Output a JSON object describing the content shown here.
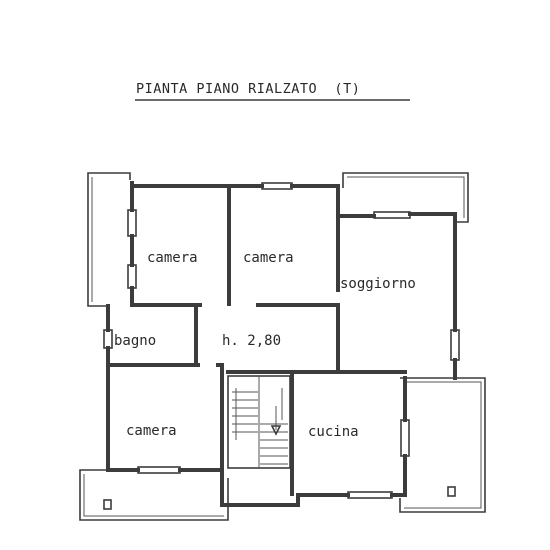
{
  "title": "PIANTA PIANO RIALZATO  (T)",
  "rooms": [
    {
      "id": "camera-1",
      "label": "camera"
    },
    {
      "id": "camera-2",
      "label": "camera"
    },
    {
      "id": "soggiorno",
      "label": "soggiorno"
    },
    {
      "id": "bagno",
      "label": "bagno"
    },
    {
      "id": "corridoio",
      "label": "h. 2,80"
    },
    {
      "id": "camera-3",
      "label": "camera"
    },
    {
      "id": "cucina",
      "label": "cucina"
    }
  ],
  "colors": {
    "ink": "#3c3c3c",
    "paper": "#ffffff"
  }
}
